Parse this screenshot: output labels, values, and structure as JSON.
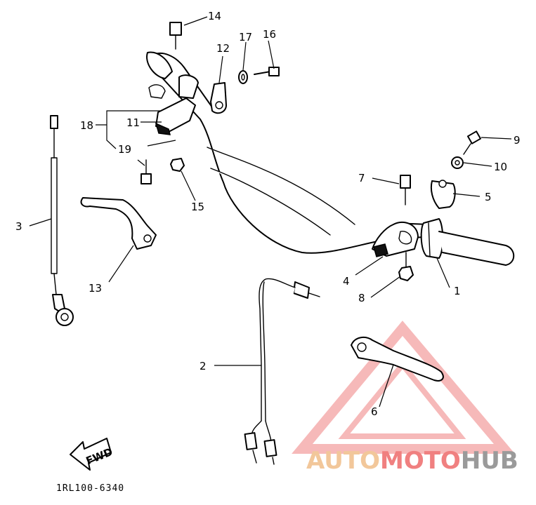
{
  "diagram": {
    "callouts": [
      {
        "id": "c1",
        "text": "1"
      },
      {
        "id": "c2",
        "text": "2"
      },
      {
        "id": "c3",
        "text": "3"
      },
      {
        "id": "c4",
        "text": "4"
      },
      {
        "id": "c5",
        "text": "5"
      },
      {
        "id": "c6",
        "text": "6"
      },
      {
        "id": "c7",
        "text": "7"
      },
      {
        "id": "c8",
        "text": "8"
      },
      {
        "id": "c9",
        "text": "9"
      },
      {
        "id": "c10",
        "text": "10"
      },
      {
        "id": "c11",
        "text": "11"
      },
      {
        "id": "c12",
        "text": "12"
      },
      {
        "id": "c13",
        "text": "13"
      },
      {
        "id": "c14",
        "text": "14"
      },
      {
        "id": "c15",
        "text": "15"
      },
      {
        "id": "c16",
        "text": "16"
      },
      {
        "id": "c17",
        "text": "17"
      },
      {
        "id": "c18",
        "text": "18"
      },
      {
        "id": "c19",
        "text": "19"
      }
    ],
    "fwd_label": "FWD",
    "drawing_code": "1RL100-6340"
  },
  "watermark": {
    "part1": "AUTO",
    "part2": "MOTO",
    "part3": "HUB",
    "colors": {
      "auto": "#f2c79a",
      "moto": "#f08080",
      "hub": "#9a9a9a",
      "triangle": "#f08080"
    }
  }
}
